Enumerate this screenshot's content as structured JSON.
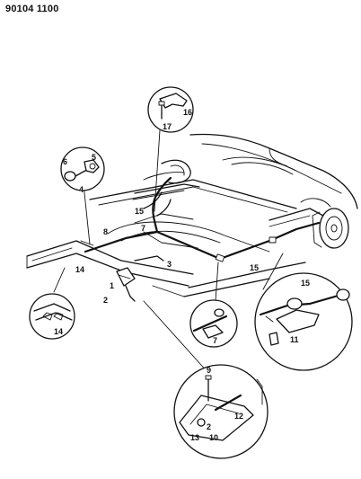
{
  "header": {
    "code": "90104 1100"
  },
  "callouts": [
    {
      "label": "16"
    },
    {
      "label": "17"
    },
    {
      "label": "6"
    },
    {
      "label": "5"
    },
    {
      "label": "4"
    },
    {
      "label": "15"
    },
    {
      "label": "7"
    },
    {
      "label": "8"
    },
    {
      "label": "3"
    },
    {
      "label": "15"
    },
    {
      "label": "1"
    },
    {
      "label": "2"
    },
    {
      "label": "14"
    },
    {
      "label": "14"
    },
    {
      "label": "15"
    },
    {
      "label": "11"
    },
    {
      "label": "7"
    },
    {
      "label": "9"
    },
    {
      "label": "12"
    },
    {
      "label": "2"
    },
    {
      "label": "13"
    },
    {
      "label": "10"
    }
  ]
}
